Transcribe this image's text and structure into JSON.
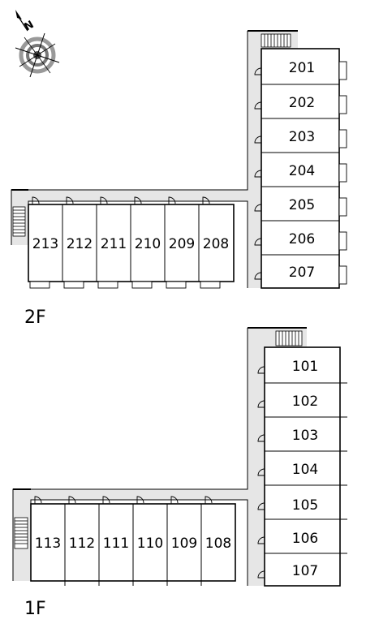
{
  "compass": {
    "north_label": "N",
    "icon": "compass-icon"
  },
  "floors": [
    {
      "id": "2F",
      "label": "2F",
      "rooms_vertical": [
        "201",
        "202",
        "203",
        "204",
        "205",
        "206",
        "207"
      ],
      "rooms_horizontal": [
        "213",
        "212",
        "211",
        "210",
        "209",
        "208"
      ]
    },
    {
      "id": "1F",
      "label": "1F",
      "rooms_vertical": [
        "101",
        "102",
        "103",
        "104",
        "105",
        "106",
        "107"
      ],
      "rooms_horizontal": [
        "113",
        "112",
        "111",
        "110",
        "109",
        "108"
      ]
    }
  ],
  "colors": {
    "corridor": "#e6e6e6",
    "wall": "#000000",
    "background": "#ffffff"
  }
}
